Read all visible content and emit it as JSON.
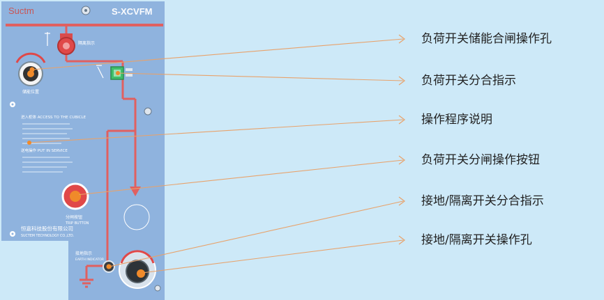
{
  "panel": {
    "brand": "Suctm",
    "model": "S-XCVFM",
    "company_cn": "恒嘉科技股份有限公司",
    "company_en": "SUCTEM TECHNOLOGY CO.,LTD.",
    "instructions_title_1": "进入柜体 ACCESS TO THE CUBICLE",
    "instructions_title_2": "送电操作 PUT IN SERVICE",
    "earth_indicator_cn": "接地指示",
    "earth_indicator_en": "EARTH INDICATOR",
    "trip_button_cn": "分闸按钮",
    "trip_button_en": "TRIP BUTTON",
    "charge_label_cn": "储能位置",
    "isolate_indicator_cn": "隔离指示"
  },
  "callouts": [
    {
      "label": "负荷开关储能合闸操作孔"
    },
    {
      "label": "负荷开关分合指示"
    },
    {
      "label": "操作程序说明"
    },
    {
      "label": "负荷开关分闸操作按钮"
    },
    {
      "label": "接地/隔离开关分合指示"
    },
    {
      "label": "接地/隔离开关操作孔"
    }
  ],
  "colors": {
    "background": "#cde9f8",
    "panel": "#8fb3de",
    "accent_red": "#e06060",
    "leader_line": "#e8a26b"
  }
}
